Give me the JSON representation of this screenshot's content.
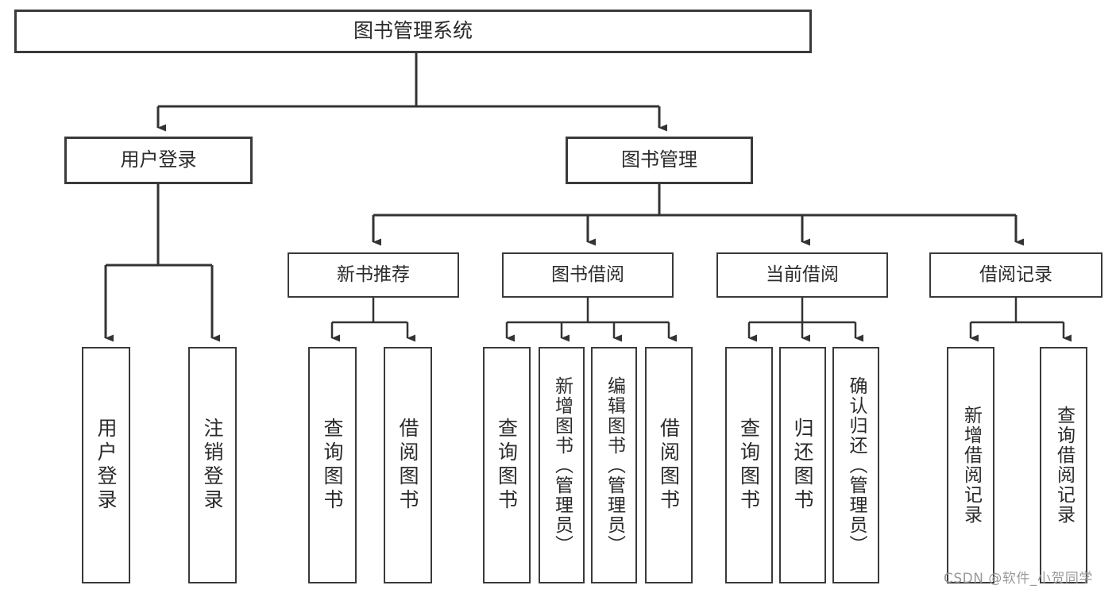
{
  "diagram": {
    "title": "图书管理系统",
    "type": "hierarchy-tree",
    "colors": {
      "box_border": "#3a3a3a",
      "box_fill": "#ffffff",
      "connector": "#333333",
      "text": "#2b2b2b",
      "watermark": "#9a9a9a"
    },
    "levels": {
      "root": "图书管理系统",
      "modules": [
        "用户登录",
        "图书管理"
      ],
      "submodules": [
        "新书推荐",
        "图书借阅",
        "当前借阅",
        "借阅记录"
      ]
    },
    "nodes": {
      "root": {
        "label": "图书管理系统"
      },
      "user_login": {
        "label": "用户登录"
      },
      "book_manage": {
        "label": "图书管理"
      },
      "new_book_rec": {
        "label": "新书推荐"
      },
      "book_borrow": {
        "label": "图书借阅"
      },
      "current_borrow": {
        "label": "当前借阅"
      },
      "borrow_record": {
        "label": "借阅记录"
      },
      "leaf_user_login": {
        "label": "用户登录"
      },
      "leaf_user_logout": {
        "label": "注销登录"
      },
      "leaf_query_book_1": {
        "label": "查询图书"
      },
      "leaf_borrow_book_1": {
        "label": "借阅图书"
      },
      "leaf_query_book_2": {
        "label": "查询图书"
      },
      "leaf_add_book": {
        "label": "新增图书（管理员）"
      },
      "leaf_edit_book": {
        "label": "编辑图书（管理员）"
      },
      "leaf_borrow_book_2": {
        "label": "借阅图书"
      },
      "leaf_query_book_3": {
        "label": "查询图书"
      },
      "leaf_return_book": {
        "label": "归还图书"
      },
      "leaf_confirm_return": {
        "label": "确认归还（管理员）"
      },
      "leaf_add_record": {
        "label": "新增借阅记录"
      },
      "leaf_query_record": {
        "label": "查询借阅记录"
      }
    },
    "watermark": "CSDN @软件_小贺同学"
  }
}
